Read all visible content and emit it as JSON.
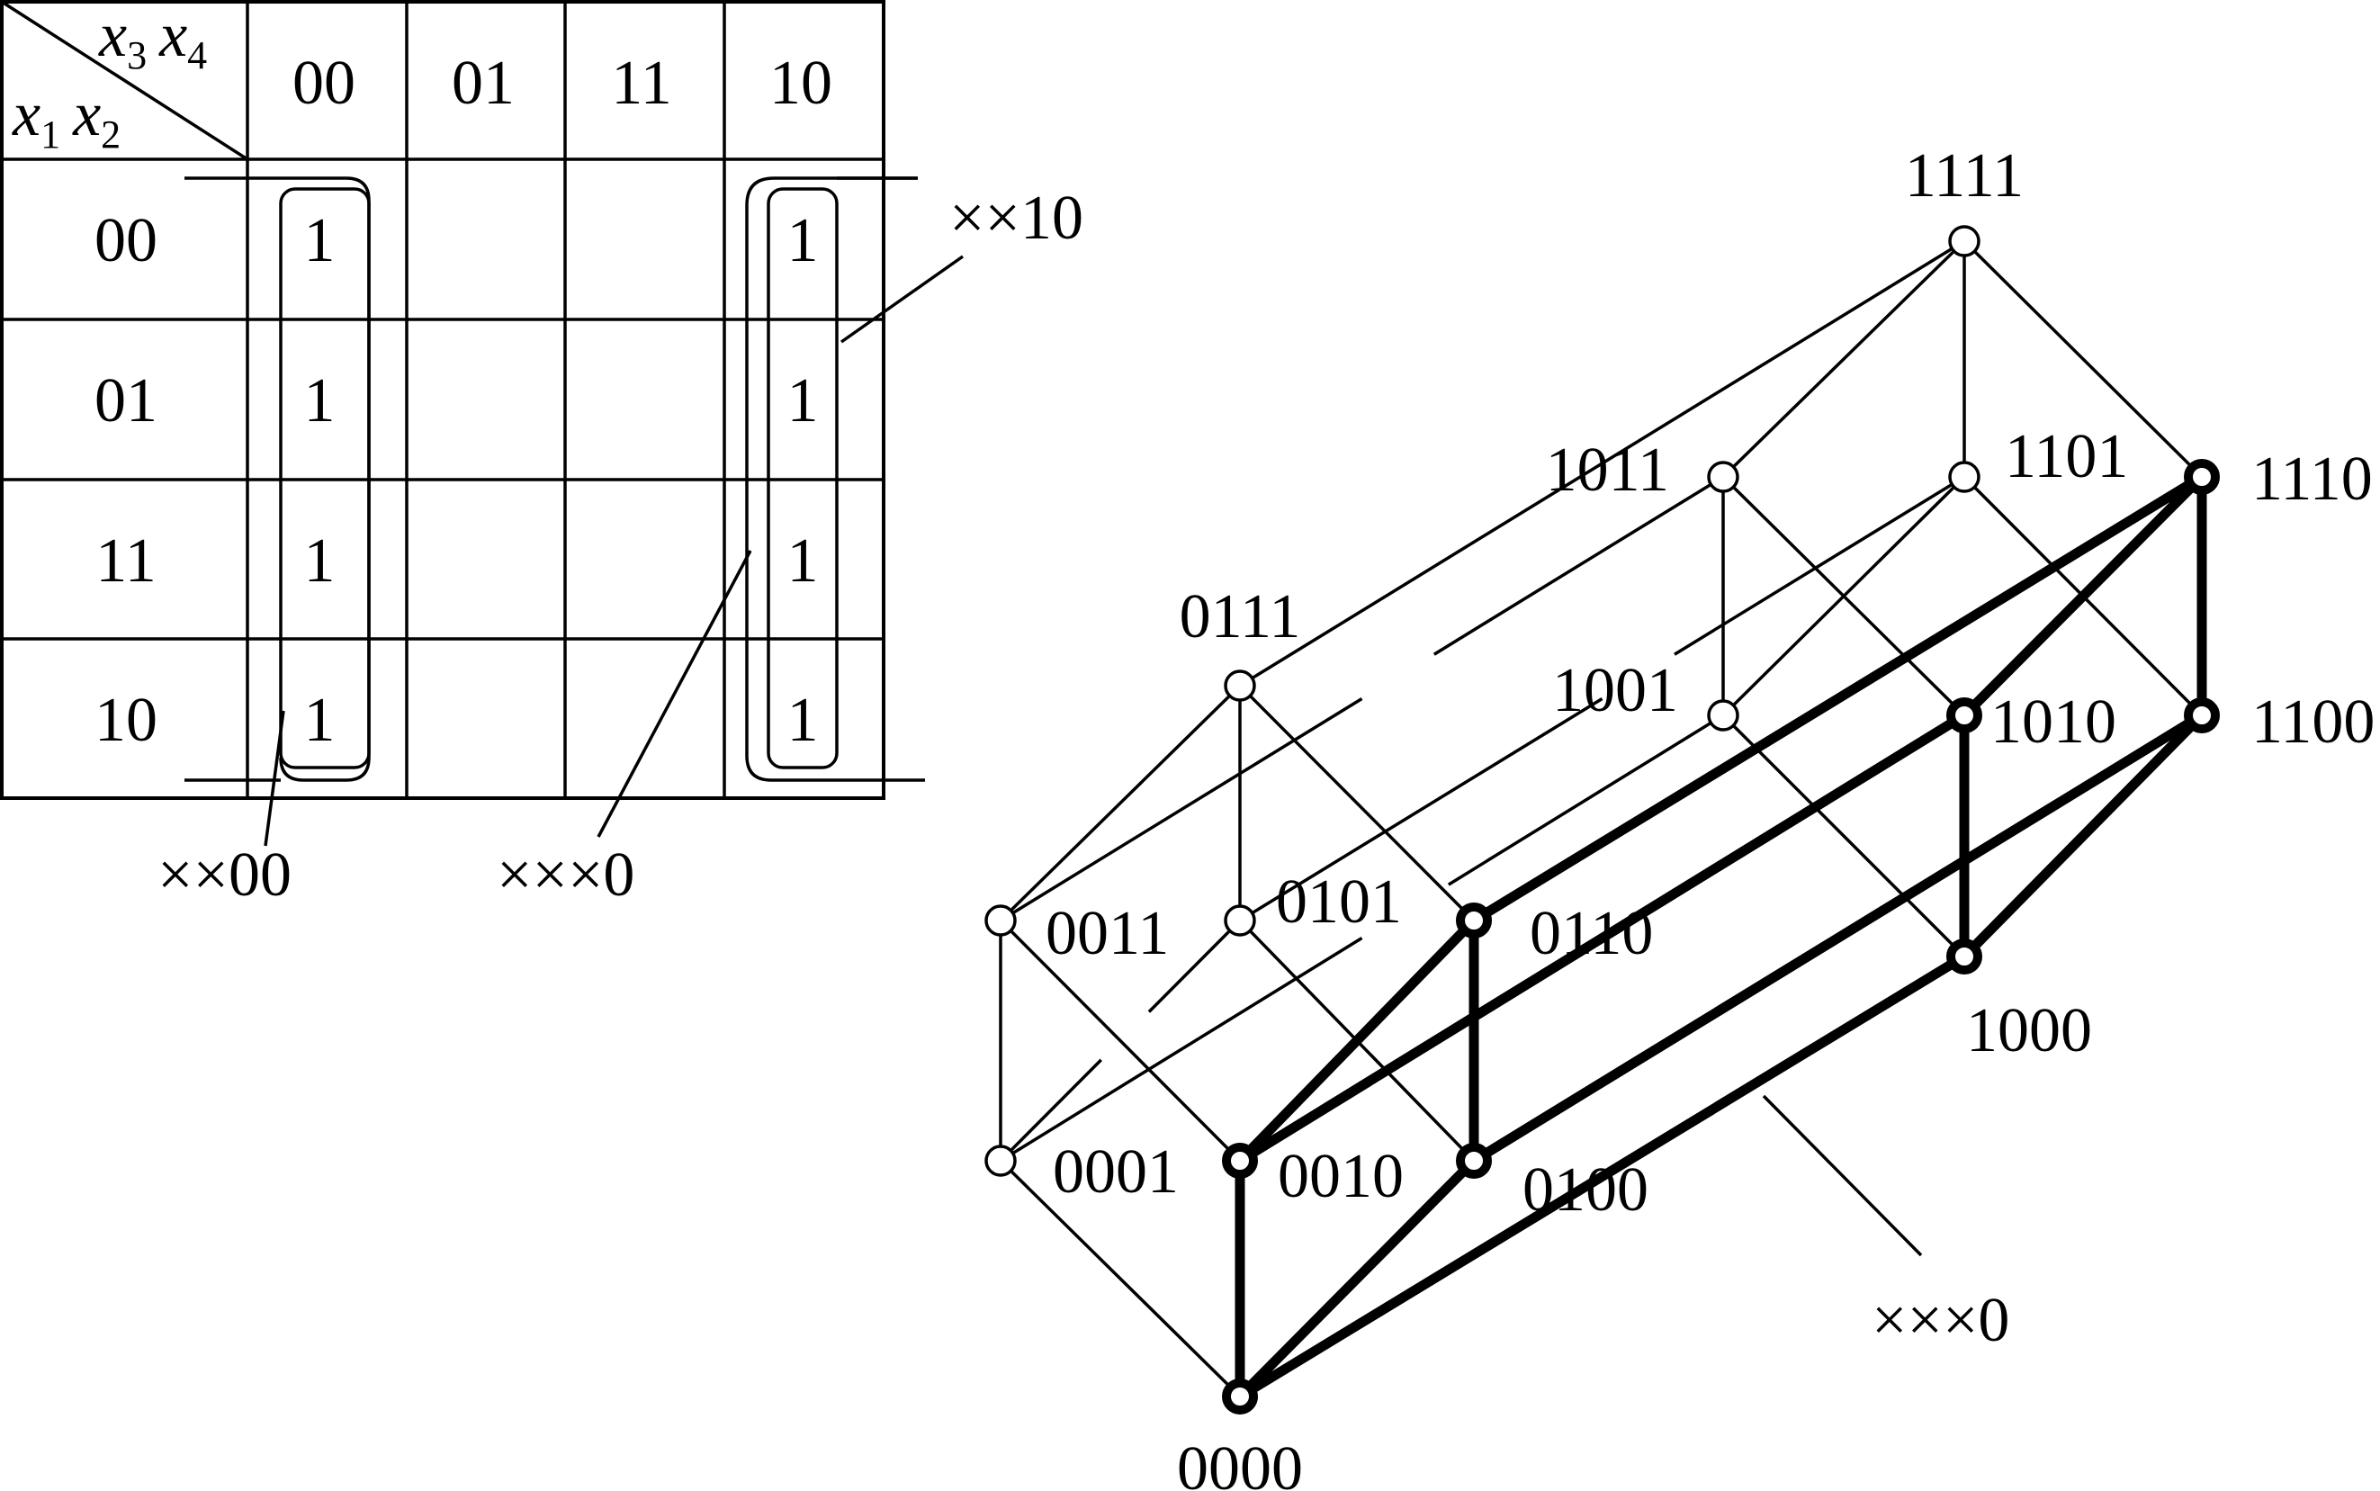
{
  "kmap": {
    "corner_top": {
      "var_a": "x",
      "sub_a": "3",
      "var_b": "x",
      "sub_b": "4"
    },
    "corner_left": {
      "var_a": "x",
      "sub_a": "1",
      "var_b": "x",
      "sub_b": "2"
    },
    "col_headers": [
      "00",
      "01",
      "11",
      "10"
    ],
    "row_headers": [
      "00",
      "01",
      "11",
      "10"
    ],
    "cells": [
      [
        "1",
        "",
        "",
        "1"
      ],
      [
        "1",
        "",
        "",
        "1"
      ],
      [
        "1",
        "",
        "",
        "1"
      ],
      [
        "1",
        "",
        "",
        "1"
      ]
    ],
    "group_labels": {
      "col00": "××00",
      "col10": "××10",
      "union": "×××0"
    }
  },
  "hypercube": {
    "nodes": [
      {
        "id": "0000",
        "label": "0000",
        "highlight": true
      },
      {
        "id": "0001",
        "label": "0001",
        "highlight": false
      },
      {
        "id": "0010",
        "label": "0010",
        "highlight": true
      },
      {
        "id": "0100",
        "label": "0100",
        "highlight": true
      },
      {
        "id": "1000",
        "label": "1000",
        "highlight": true
      },
      {
        "id": "0011",
        "label": "0011",
        "highlight": false
      },
      {
        "id": "0101",
        "label": "0101",
        "highlight": false
      },
      {
        "id": "0110",
        "label": "0110",
        "highlight": true
      },
      {
        "id": "1001",
        "label": "1001",
        "highlight": false
      },
      {
        "id": "1010",
        "label": "1010",
        "highlight": true
      },
      {
        "id": "1100",
        "label": "1100",
        "highlight": true
      },
      {
        "id": "0111",
        "label": "0111",
        "highlight": false
      },
      {
        "id": "1011",
        "label": "1011",
        "highlight": false
      },
      {
        "id": "1101",
        "label": "1101",
        "highlight": false
      },
      {
        "id": "1110",
        "label": "1110",
        "highlight": true
      },
      {
        "id": "1111",
        "label": "1111",
        "highlight": false
      }
    ],
    "subcube_label": "×××0"
  },
  "colors": {
    "ink": "#000000",
    "background": "#ffffff"
  }
}
